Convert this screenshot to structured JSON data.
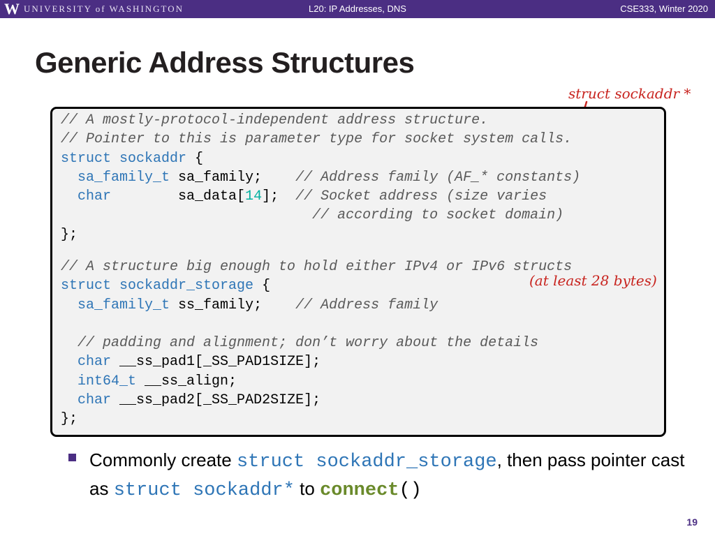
{
  "header": {
    "logo_mark": "W",
    "logo_text": "UNIVERSITY of WASHINGTON",
    "lecture": "L20: IP Addresses, DNS",
    "course": "CSE333, Winter 2020"
  },
  "title": "Generic Address Structures",
  "annotations": {
    "struct_sockaddr_ptr": "struct sockaddr *",
    "at_least_bytes": "(at least 28 bytes)"
  },
  "code": {
    "block1": {
      "c1": "// A mostly-protocol-independent address structure.",
      "c2": "// Pointer to this is parameter type for socket system calls.",
      "kw_struct": "struct",
      "name": "sockaddr",
      "open": " {",
      "t1": "sa_family_t",
      "f1": " sa_family;    ",
      "f1_cm": "// Address family (AF_* constants)",
      "t2": "char",
      "f2a": "        sa_data[",
      "f2_num": "14",
      "f2b": "];  ",
      "f2_cm": "// Socket address (size varies",
      "pad": "                              ",
      "f3_cm": "// according to socket domain)",
      "close": "};"
    },
    "block2": {
      "c1": "// A structure big enough to hold either IPv4 or IPv6 structs",
      "kw_struct": "struct",
      "name": "sockaddr_storage",
      "open": " {",
      "t1": "sa_family_t",
      "f1": " ss_family;    ",
      "f1_cm": "// Address family",
      "c_pad": "// padding and alignment; don’t worry about the details",
      "t2": "char",
      "f2": " __ss_pad1[_SS_PAD1SIZE];",
      "t3": "int64_t",
      "f3": " __ss_align;",
      "t4": "char",
      "f4": " __ss_pad2[_SS_PAD2SIZE];",
      "close": "};"
    }
  },
  "bullet": {
    "part1": "Commonly create ",
    "code1": "struct sockaddr_storage",
    "part2": ", then pass pointer cast as ",
    "code2": "struct sockaddr*",
    "part3": " to ",
    "func": "connect",
    "parens": "()"
  },
  "page_number": "19",
  "colors": {
    "header_bg": "#4b2e83",
    "keyword": "#2e75b6",
    "comment": "#595959",
    "number": "#00b0a0",
    "annotation": "#c8241f",
    "function": "#6a8a2b"
  }
}
